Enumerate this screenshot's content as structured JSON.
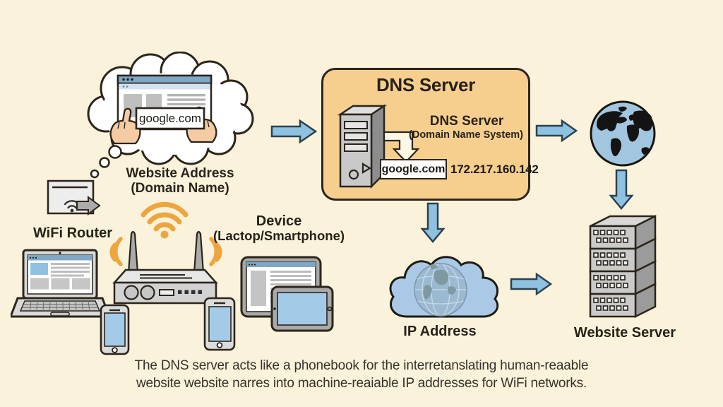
{
  "colors": {
    "background": "#FAF2DB",
    "outline": "#2B251B",
    "dns_box_fill": "#F6CF8E",
    "arrow_blue": "#8FC1E0",
    "wifi_orange": "#EDA63E",
    "ip_cloud_blue": "#A9C9E6",
    "screen_blue": "#A3CBE8",
    "device_gray": "#D2D2D2",
    "skin_tone": "#F5CBA3"
  },
  "thought_cloud": {
    "url_text": "google.com"
  },
  "labels": {
    "website_address_line1": "Website Address",
    "website_address_line2": "(Domain Name)",
    "wifi_router": "WiFi Router",
    "device_line1": "Device",
    "device_line2": "(Lactop/Smartphone)",
    "ip_address": "IP Address",
    "website_server": "Website Server"
  },
  "dns_box": {
    "title": "DNS Server",
    "subtitle_line1": "DNS Server",
    "subtitle_line2": "(Domain Name System)",
    "domain": "google.com",
    "ip_address": "172.217.160.142"
  },
  "caption": {
    "line1": "The DNS server acts like a phonebook for the interretanslating human-reaable",
    "line2": "website website narres into machine-reaiable IP addresses for WiFi networks."
  },
  "icons": {
    "thought_cloud": "thought-cloud-icon",
    "browser_window": "browser-window-icon",
    "modem": "modem-icon",
    "laptop": "laptop-icon",
    "wifi_router": "router-icon",
    "wifi_signal": "wifi-signal-icon",
    "smartphone": "smartphone-icon",
    "tablet": "tablet-icon",
    "server_tower": "server-tower-icon",
    "globe": "globe-icon",
    "ip_cloud": "ip-cloud-icon",
    "server_rack": "server-rack-icon",
    "arrow": "arrow-icon"
  }
}
